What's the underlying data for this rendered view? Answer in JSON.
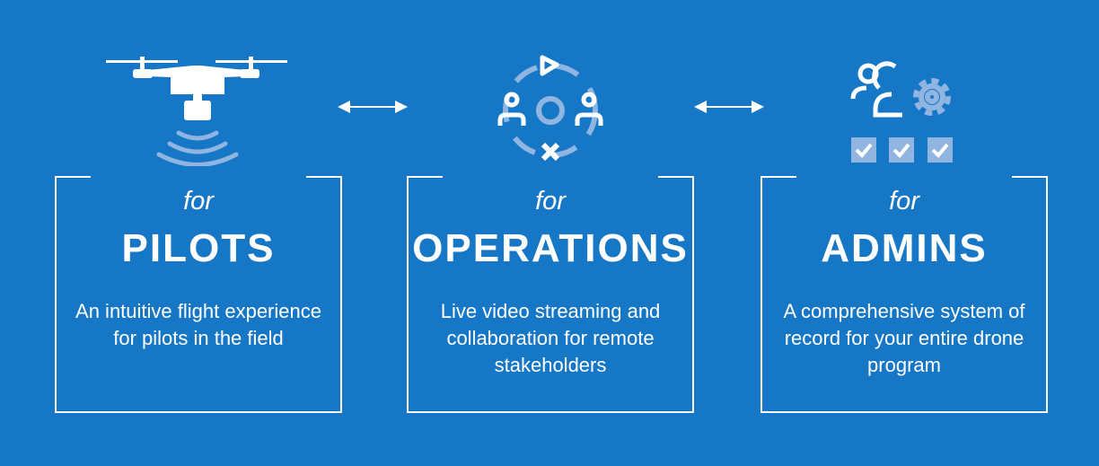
{
  "cards": [
    {
      "for": "for",
      "title": "PILOTS",
      "desc": "An intuitive flight experience for pilots in the field",
      "icon": "drone-icon"
    },
    {
      "for": "for",
      "title": "OPERATIONS",
      "desc": "Live video streaming and collaboration for remote stakeholders",
      "icon": "collaboration-icon"
    },
    {
      "for": "for",
      "title": "ADMINS",
      "desc": "A comprehensive system of record for your entire drone program",
      "icon": "users-gear-icon"
    }
  ],
  "colors": {
    "background": "#1677c6",
    "accent_light": "#8fb5e0",
    "white": "#ffffff"
  }
}
